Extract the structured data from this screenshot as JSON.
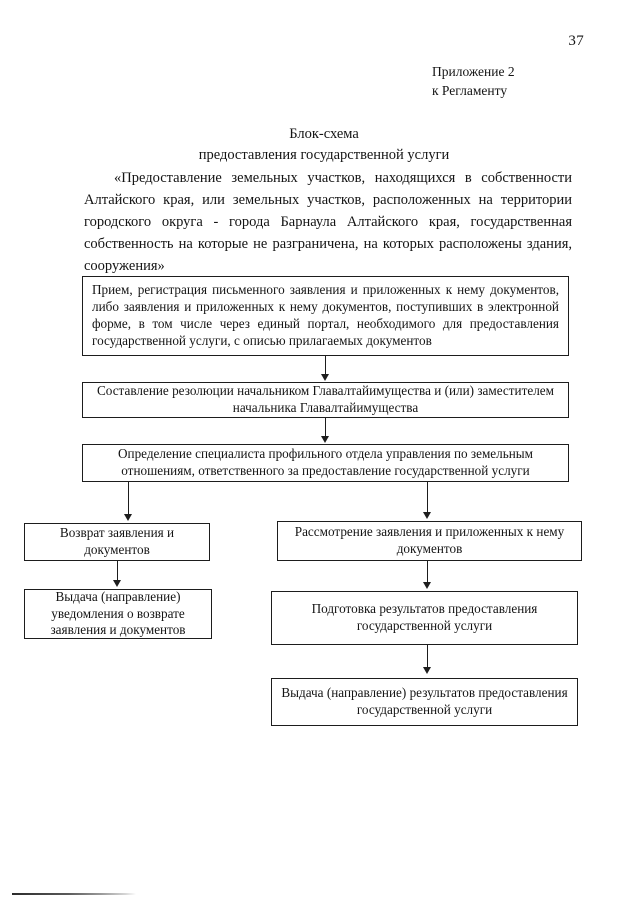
{
  "page": {
    "number": "37"
  },
  "appendix": {
    "line1": "Приложение 2",
    "line2": "к Регламенту"
  },
  "title": {
    "line1": "Блок-схема",
    "line2": "предоставления государственной услуги",
    "service_name": "«Предоставление земельных участков, находящихся в собственности Алтайского края, или земельных участков, расположенных на территории городского округа - города Барнаула Алтайского края, государственная собственность на которые не разграничена, на которых расположены здания, сооружения»"
  },
  "flowchart": {
    "nodes": [
      {
        "id": "intake",
        "label": "Прием, регистрация письменного заявления и приложенных к нему документов, либо заявления и приложенных к нему документов, поступивших в электронной форме, в том числе через единый портал, необходимого для предоставления государственной услуги, с описью прилагаемых документов"
      },
      {
        "id": "resolution",
        "label": "Составление резолюции начальником Главалтайимущества и (или) заместителем начальника Главалтайимущества"
      },
      {
        "id": "specialist",
        "label": "Определение специалиста профильного отдела управления по земельным отношениям, ответственного за предоставление государственной услуги"
      },
      {
        "id": "return",
        "label": "Возврат заявления и документов"
      },
      {
        "id": "notice",
        "label": "Выдача (направление) уведомления о возврате заявления и документов"
      },
      {
        "id": "review",
        "label": "Рассмотрение заявления и приложенных к нему документов"
      },
      {
        "id": "prepare",
        "label": "Подготовка результатов предоставления государственной услуги"
      },
      {
        "id": "issue",
        "label": "Выдача (направление) результатов предоставления государственной услуги"
      }
    ]
  },
  "style": {
    "ink_color": "#1d1d1d",
    "paper_color": "#ffffff"
  }
}
